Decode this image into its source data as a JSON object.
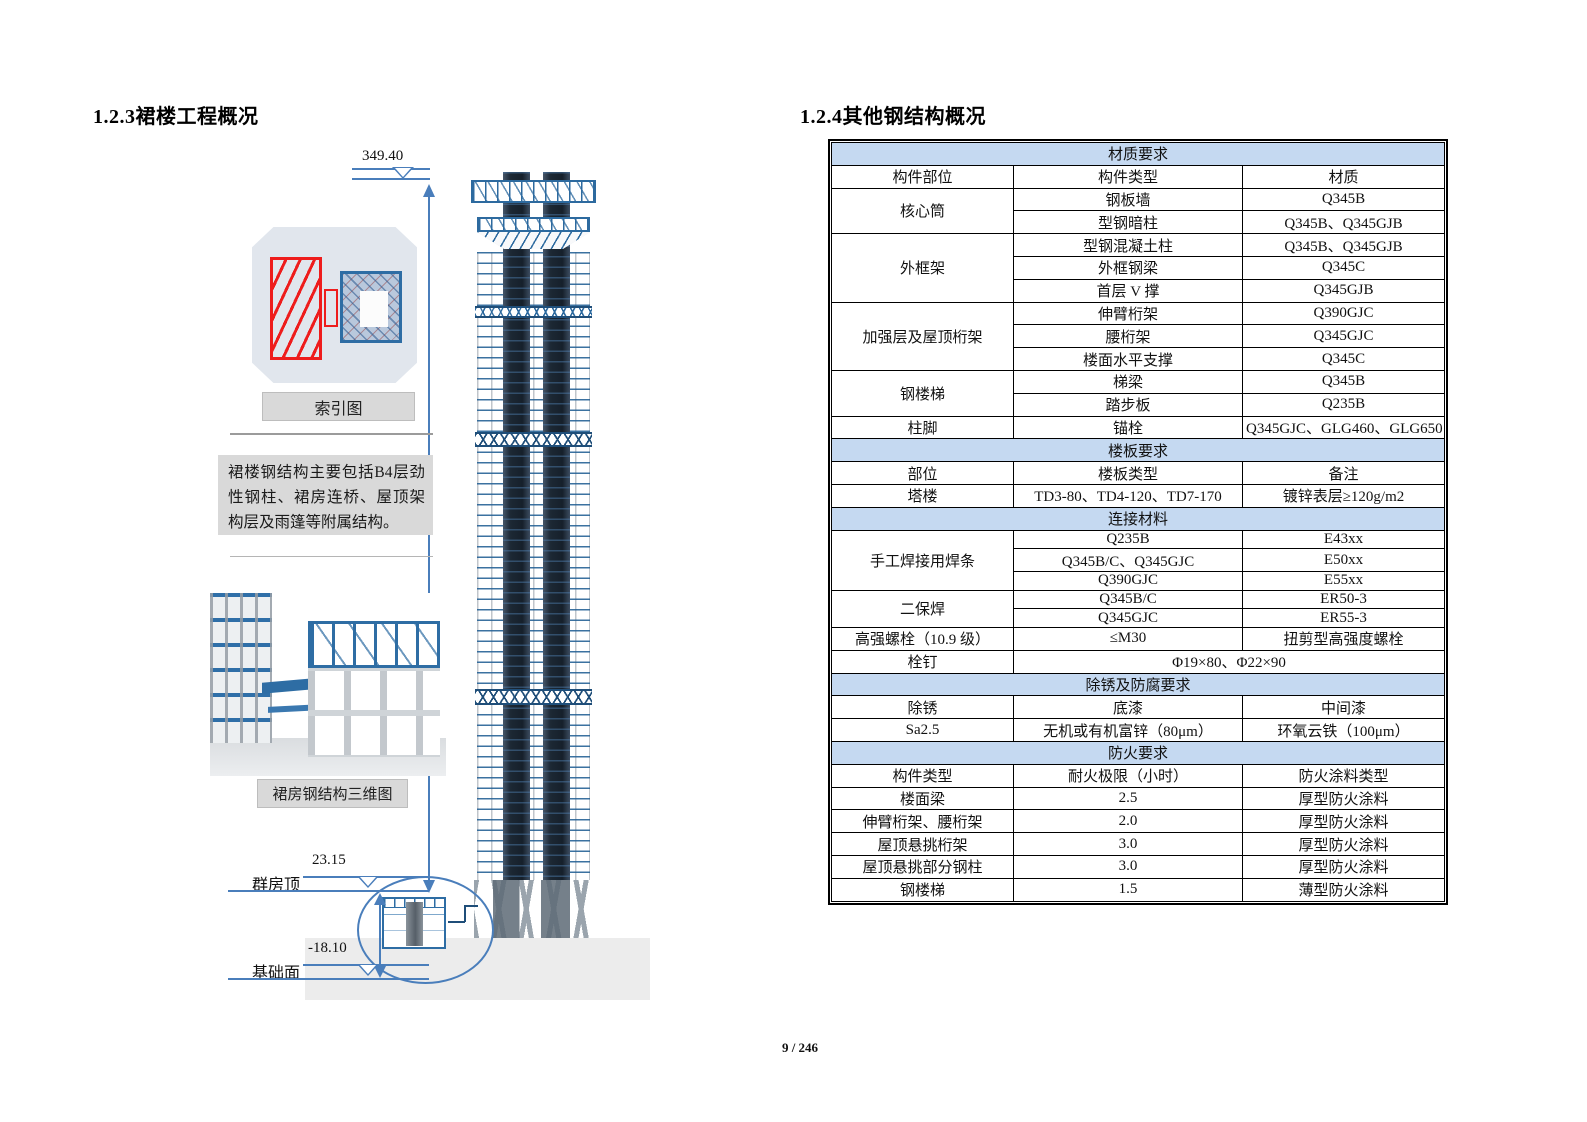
{
  "page_number": "9 / 246",
  "colors": {
    "accent_blue": "#4a7ebb",
    "steel_blue": "#2e6da4",
    "section_bg": "#c5d9f1",
    "drawing_red": "#ee1c1c"
  },
  "left_panel": {
    "title": "1.2.3裙楼工程概况",
    "roof_elevation": "349.40",
    "index_caption": "索引图",
    "note": "裙楼钢结构主要包括B4层劲性钢柱、裙房连桥、屋顶架构层及雨篷等附属结构。",
    "render_caption": "裙房钢结构三维图",
    "podium_roof": {
      "elevation": "23.15",
      "label": "群房顶"
    },
    "foundation": {
      "elevation": "-18.10",
      "label": "基础面"
    }
  },
  "right_panel": {
    "title": "1.2.4其他钢结构概况",
    "table": {
      "rows": [
        {
          "cells": [
            {
              "text": "材质要求",
              "colspan": 3,
              "kind": "section"
            }
          ]
        },
        {
          "cells": [
            {
              "text": "构件部位"
            },
            {
              "text": "构件类型"
            },
            {
              "text": "材质"
            }
          ]
        },
        {
          "cells": [
            {
              "text": "核心筒",
              "rowspan": 2
            },
            {
              "text": "钢板墙"
            },
            {
              "text": "Q345B"
            }
          ]
        },
        {
          "cells": [
            {
              "text": "型钢暗柱"
            },
            {
              "text": "Q345B、Q345GJB"
            }
          ]
        },
        {
          "cells": [
            {
              "text": "外框架",
              "rowspan": 3
            },
            {
              "text": "型钢混凝土柱"
            },
            {
              "text": "Q345B、Q345GJB"
            }
          ]
        },
        {
          "cells": [
            {
              "text": "外框钢梁"
            },
            {
              "text": "Q345C"
            }
          ]
        },
        {
          "cells": [
            {
              "text": "首层 V 撑"
            },
            {
              "text": "Q345GJB"
            }
          ]
        },
        {
          "cells": [
            {
              "text": "加强层及屋顶桁架",
              "rowspan": 3
            },
            {
              "text": "伸臂桁架"
            },
            {
              "text": "Q390GJC"
            }
          ]
        },
        {
          "cells": [
            {
              "text": "腰桁架"
            },
            {
              "text": "Q345GJC"
            }
          ]
        },
        {
          "cells": [
            {
              "text": "楼面水平支撑"
            },
            {
              "text": "Q345C"
            }
          ]
        },
        {
          "cells": [
            {
              "text": "钢楼梯",
              "rowspan": 2
            },
            {
              "text": "梯梁"
            },
            {
              "text": "Q345B"
            }
          ]
        },
        {
          "cells": [
            {
              "text": "踏步板"
            },
            {
              "text": "Q235B"
            }
          ]
        },
        {
          "cells": [
            {
              "text": "柱脚"
            },
            {
              "text": "锚栓"
            },
            {
              "text": "Q345GJC、GLG460、GLG650"
            }
          ]
        },
        {
          "cells": [
            {
              "text": "楼板要求",
              "colspan": 3,
              "kind": "section"
            }
          ]
        },
        {
          "cells": [
            {
              "text": "部位"
            },
            {
              "text": "楼板类型"
            },
            {
              "text": "备注"
            }
          ]
        },
        {
          "cells": [
            {
              "text": "塔楼"
            },
            {
              "text": "TD3-80、TD4-120、TD7-170"
            },
            {
              "text": "镀锌表层≥120g/m2"
            }
          ]
        },
        {
          "cells": [
            {
              "text": "连接材料",
              "colspan": 3,
              "kind": "section"
            }
          ]
        },
        {
          "cells": [
            {
              "text": "手工焊接用焊条",
              "rowspan": 3
            },
            {
              "text": "Q235B"
            },
            {
              "text": "E43xx"
            }
          ]
        },
        {
          "cells": [
            {
              "text": "Q345B/C、Q345GJC"
            },
            {
              "text": "E50xx"
            }
          ]
        },
        {
          "cells": [
            {
              "text": "Q390GJC"
            },
            {
              "text": "E55xx"
            }
          ]
        },
        {
          "cells": [
            {
              "text": "二保焊",
              "rowspan": 2
            },
            {
              "text": "Q345B/C"
            },
            {
              "text": "ER50-3"
            }
          ]
        },
        {
          "cells": [
            {
              "text": "Q345GJC"
            },
            {
              "text": "ER55-3"
            }
          ]
        },
        {
          "cells": [
            {
              "text": "高强螺栓（10.9 级）"
            },
            {
              "text": "≤M30"
            },
            {
              "text": "扭剪型高强度螺栓"
            }
          ]
        },
        {
          "cells": [
            {
              "text": "栓钉"
            },
            {
              "text": "Φ19×80、Φ22×90",
              "colspan": 2
            }
          ]
        },
        {
          "cells": [
            {
              "text": "除锈及防腐要求",
              "colspan": 3,
              "kind": "section"
            }
          ]
        },
        {
          "cells": [
            {
              "text": "除锈"
            },
            {
              "text": "底漆"
            },
            {
              "text": "中间漆"
            }
          ]
        },
        {
          "cells": [
            {
              "text": "Sa2.5"
            },
            {
              "text": "无机或有机富锌（80μm）"
            },
            {
              "text": "环氧云铁（100μm）"
            }
          ]
        },
        {
          "cells": [
            {
              "text": "防火要求",
              "colspan": 3,
              "kind": "section"
            }
          ]
        },
        {
          "cells": [
            {
              "text": "构件类型"
            },
            {
              "text": "耐火极限（小时）"
            },
            {
              "text": "防火涂料类型"
            }
          ]
        },
        {
          "cells": [
            {
              "text": "楼面梁"
            },
            {
              "text": "2.5"
            },
            {
              "text": "厚型防火涂料"
            }
          ]
        },
        {
          "cells": [
            {
              "text": "伸臂桁架、腰桁架"
            },
            {
              "text": "2.0"
            },
            {
              "text": "厚型防火涂料"
            }
          ]
        },
        {
          "cells": [
            {
              "text": "屋顶悬挑桁架"
            },
            {
              "text": "3.0"
            },
            {
              "text": "厚型防火涂料"
            }
          ]
        },
        {
          "cells": [
            {
              "text": "屋顶悬挑部分钢柱"
            },
            {
              "text": "3.0"
            },
            {
              "text": "厚型防火涂料"
            }
          ]
        },
        {
          "cells": [
            {
              "text": "钢楼梯"
            },
            {
              "text": "1.5"
            },
            {
              "text": "薄型防火涂料"
            }
          ]
        }
      ]
    }
  }
}
